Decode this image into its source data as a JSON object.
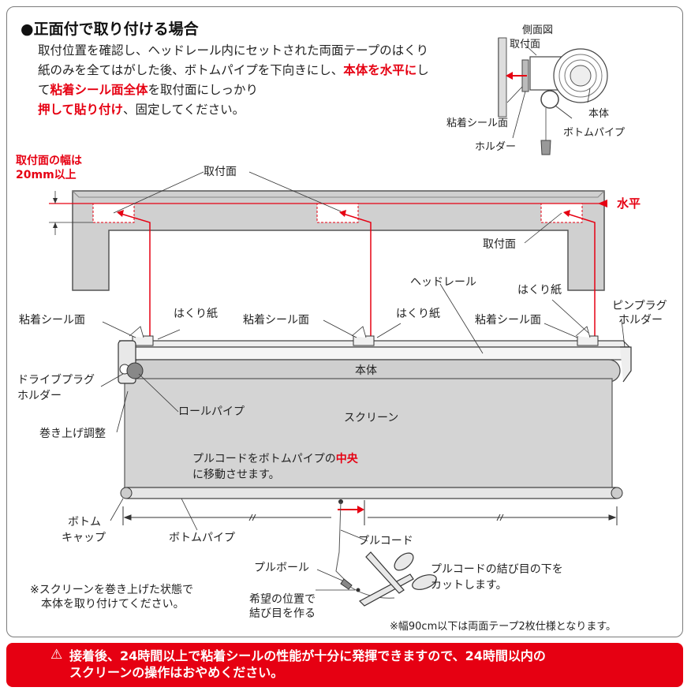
{
  "title": "●正面付で取り付ける場合",
  "intro": {
    "p1": "取付位置を確認し、ヘッドレール内にセットされた両面テープのはくり紙のみを全てはがした後、ボトムパイプを下向きにし、",
    "red1": "本体を水平に",
    "p2": "して",
    "red2": "粘着シール面全体",
    "p3": "を取付面にしっかり",
    "red3": "押して貼り付け",
    "p4": "、固定してください。"
  },
  "side_view": {
    "title": "側面図",
    "mount_surface": "取付面",
    "body": "本体",
    "adhesive": "粘着シール面",
    "holder": "ホルダー",
    "bottom_pipe": "ボトムパイプ"
  },
  "labels": {
    "width_note_line1": "取付面の幅は",
    "width_note_line2": "20mm以上",
    "mount_surface_top": "取付面",
    "horizontal": "水平",
    "mount_surface_right": "取付面",
    "head_rail": "ヘッドレール",
    "release_paper_right": "はくり紙",
    "pin_plug_holder_1": "ピンプラグ",
    "pin_plug_holder_2": "ホルダー",
    "adhesive_left": "粘着シール面",
    "release_paper_left": "はくり紙",
    "adhesive_mid": "粘着シール面",
    "release_paper_mid": "はくり紙",
    "adhesive_right": "粘着シール面",
    "body": "本体",
    "drive_plug_holder_1": "ドライブプラグ",
    "drive_plug_holder_2": "ホルダー",
    "roll_pipe": "ロールパイプ",
    "screen": "スクリーン",
    "winding_adjust": "巻き上げ調整",
    "center_note_1a": "プルコードをボトムパイプの",
    "center_note_1b": "中央",
    "center_note_2": "に移動させます。",
    "bottom_cap_1": "ボトム",
    "bottom_cap_2": "キャップ",
    "bottom_pipe": "ボトムパイプ",
    "pull_cord": "プルコード",
    "pull_ball": "プルボール",
    "cut_note_1": "プルコードの結び目の下を",
    "cut_note_2": "カットします。",
    "knot_note_1": "希望の位置で",
    "knot_note_2": "結び目を作る",
    "rolled_note_1": "※スクリーンを巻き上げた状態で",
    "rolled_note_2": "本体を取り付けてください。",
    "width_spec_note": "※幅90cm以下は両面テープ2枚仕様となります。"
  },
  "warning": {
    "icon": "warning-triangle-icon",
    "line1": "接着後、24時間以上で粘着シールの性能が十分に発揮できますので、24時間以内の",
    "line2": "スクリーンの操作はおやめください。"
  },
  "colors": {
    "accent_red": "#e60012",
    "screen_gray": "#d4d4d4",
    "wall_gray": "#cfcfcf"
  }
}
